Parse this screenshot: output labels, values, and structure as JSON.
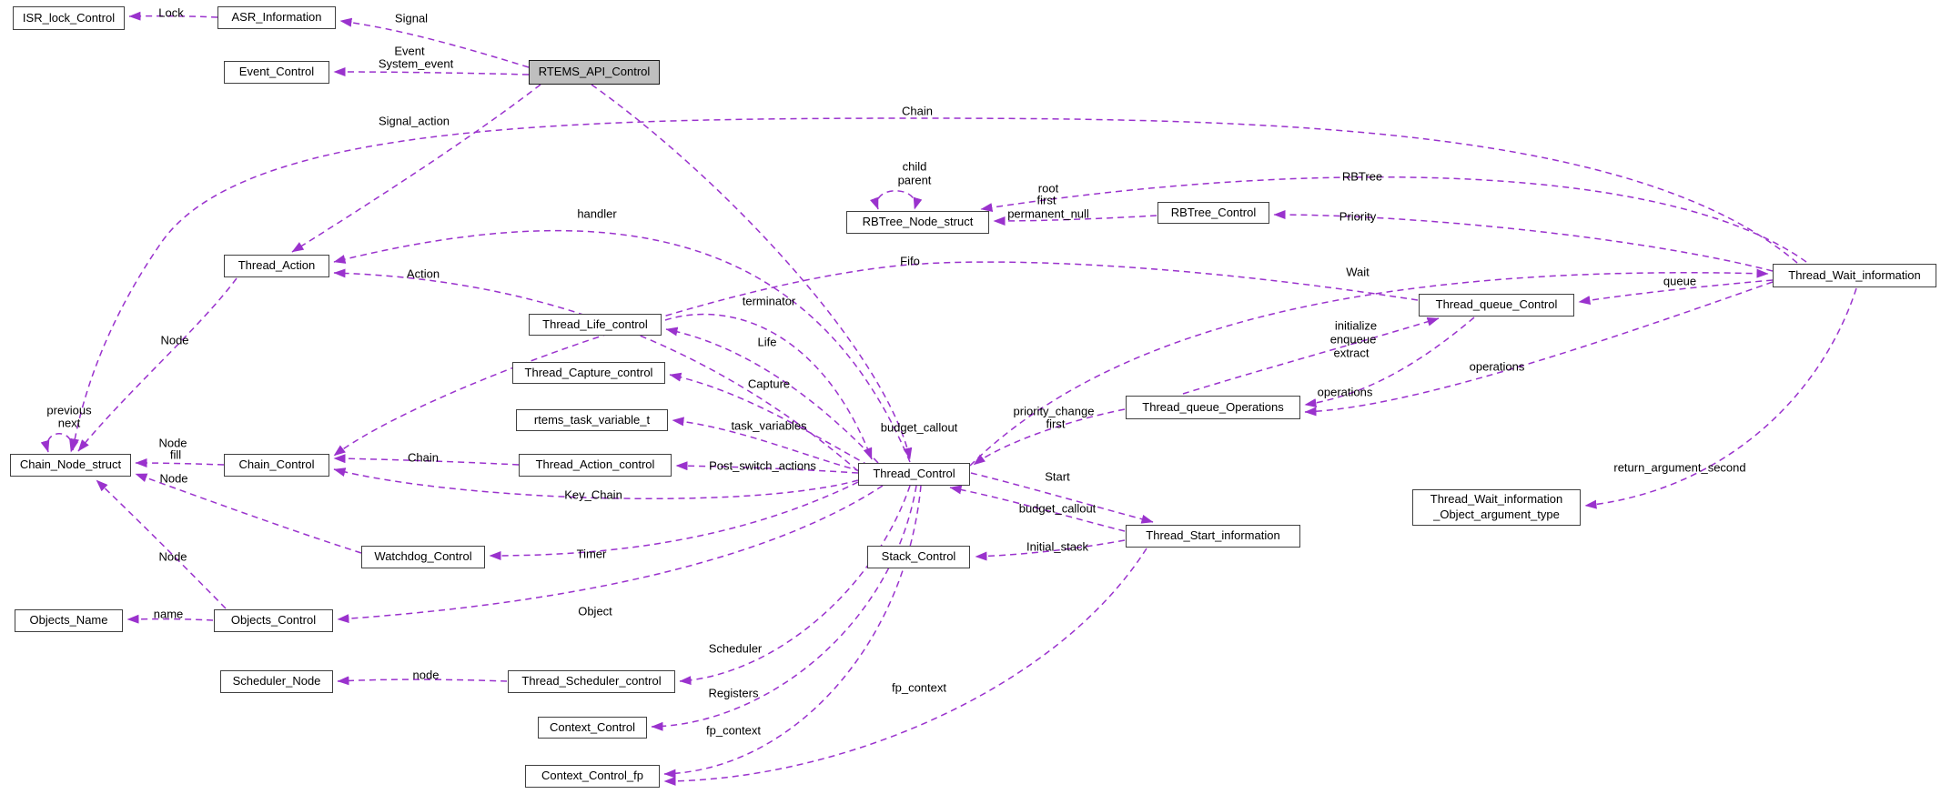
{
  "diagram": {
    "type": "collaboration-graph",
    "background": "#ffffff"
  },
  "colors": {
    "edge": "#9a32cd",
    "node_border": "#404040",
    "node_background": "#ffffff",
    "highlight_background": "#bfbfbf",
    "text": "#000000"
  },
  "nodes": [
    {
      "id": "isr_lock_control",
      "label": "ISR_lock_Control",
      "highlight": false
    },
    {
      "id": "asr_information",
      "label": "ASR_Information",
      "highlight": false
    },
    {
      "id": "event_control",
      "label": "Event_Control",
      "highlight": false
    },
    {
      "id": "rtems_api_control",
      "label": "RTEMS_API_Control",
      "highlight": true
    },
    {
      "id": "thread_action",
      "label": "Thread_Action",
      "highlight": false
    },
    {
      "id": "thread_life_control",
      "label": "Thread_Life_control",
      "highlight": false
    },
    {
      "id": "thread_capture_control",
      "label": "Thread_Capture_control",
      "highlight": false
    },
    {
      "id": "rtems_task_variable_t",
      "label": "rtems_task_variable_t",
      "highlight": false
    },
    {
      "id": "thread_action_control",
      "label": "Thread_Action_control",
      "highlight": false
    },
    {
      "id": "thread_control",
      "label": "Thread_Control",
      "highlight": false
    },
    {
      "id": "stack_control",
      "label": "Stack_Control",
      "highlight": false
    },
    {
      "id": "chain_node_struct",
      "label": "Chain_Node_struct",
      "highlight": false
    },
    {
      "id": "chain_control",
      "label": "Chain_Control",
      "highlight": false
    },
    {
      "id": "watchdog_control",
      "label": "Watchdog_Control",
      "highlight": false
    },
    {
      "id": "objects_name",
      "label": "Objects_Name",
      "highlight": false
    },
    {
      "id": "objects_control",
      "label": "Objects_Control",
      "highlight": false
    },
    {
      "id": "scheduler_node",
      "label": "Scheduler_Node",
      "highlight": false
    },
    {
      "id": "thread_scheduler_control",
      "label": "Thread_Scheduler_control",
      "highlight": false
    },
    {
      "id": "context_control",
      "label": "Context_Control",
      "highlight": false
    },
    {
      "id": "context_control_fp",
      "label": "Context_Control_fp",
      "highlight": false
    },
    {
      "id": "rbtree_node_struct",
      "label": "RBTree_Node_struct",
      "highlight": false
    },
    {
      "id": "rbtree_control",
      "label": "RBTree_Control",
      "highlight": false
    },
    {
      "id": "thread_queue_control",
      "label": "Thread_queue_Control",
      "highlight": false
    },
    {
      "id": "thread_queue_operations",
      "label": "Thread_queue_Operations",
      "highlight": false
    },
    {
      "id": "thread_start_information",
      "label": "Thread_Start_information",
      "highlight": false
    },
    {
      "id": "thread_wait_information",
      "label": "Thread_Wait_information",
      "highlight": false
    },
    {
      "id": "twi_object_argument_type",
      "label": "Thread_Wait_information\n_Object_argument_type",
      "highlight": false
    }
  ],
  "edges": [
    {
      "id": "lock",
      "from": "asr_information",
      "to": "isr_lock_control",
      "labels": [
        "Lock"
      ]
    },
    {
      "id": "signal",
      "from": "rtems_api_control",
      "to": "asr_information",
      "labels": [
        "Signal"
      ]
    },
    {
      "id": "event",
      "from": "rtems_api_control",
      "to": "event_control",
      "labels": [
        "Event",
        "System_event"
      ]
    },
    {
      "id": "signal_action",
      "from": "rtems_api_control",
      "to": "thread_action",
      "labels": [
        "Signal_action"
      ]
    },
    {
      "id": "chain_top",
      "from": "thread_wait_information",
      "to": "chain_node_struct",
      "labels": [
        "Chain"
      ]
    },
    {
      "id": "child_parent",
      "from": "rbtree_node_struct",
      "to": "rbtree_node_struct",
      "labels": [
        "child",
        "parent"
      ]
    },
    {
      "id": "root_first_permanent_null",
      "from": "rbtree_control",
      "to": "rbtree_node_struct",
      "labels": [
        "root",
        "first",
        "permanent_null"
      ]
    },
    {
      "id": "rbtree",
      "from": "thread_wait_information",
      "to": "rbtree_node_struct",
      "labels": [
        "RBTree"
      ]
    },
    {
      "id": "priority",
      "from": "thread_wait_information",
      "to": "rbtree_control",
      "labels": [
        "Priority"
      ]
    },
    {
      "id": "wait",
      "from": "thread_control",
      "to": "thread_wait_information",
      "labels": [
        "Wait"
      ]
    },
    {
      "id": "queue",
      "from": "thread_wait_information",
      "to": "thread_queue_control",
      "labels": [
        "queue"
      ]
    },
    {
      "id": "fifo",
      "from": "thread_queue_control",
      "to": "chain_control",
      "labels": [
        "Fifo"
      ]
    },
    {
      "id": "handler",
      "from": "thread_control",
      "to": "thread_action",
      "labels": [
        "handler"
      ]
    },
    {
      "id": "action",
      "from": "thread_control",
      "to": "thread_action",
      "labels": [
        "Action"
      ]
    },
    {
      "id": "terminator",
      "from": "thread_life_control",
      "to": "thread_control",
      "labels": [
        "terminator"
      ]
    },
    {
      "id": "life",
      "from": "thread_control",
      "to": "thread_life_control",
      "labels": [
        "Life"
      ]
    },
    {
      "id": "capture",
      "from": "thread_control",
      "to": "thread_capture_control",
      "labels": [
        "Capture"
      ]
    },
    {
      "id": "task_variables",
      "from": "thread_control",
      "to": "rtems_task_variable_t",
      "labels": [
        "task_variables"
      ]
    },
    {
      "id": "post_switch_actions",
      "from": "thread_control",
      "to": "thread_action_control",
      "labels": [
        "Post_switch_actions"
      ]
    },
    {
      "id": "chain_mid",
      "from": "thread_action_control",
      "to": "chain_control",
      "labels": [
        "Chain"
      ]
    },
    {
      "id": "key_chain",
      "from": "thread_control",
      "to": "chain_control",
      "labels": [
        "Key_Chain"
      ]
    },
    {
      "id": "node_fill",
      "from": "chain_control",
      "to": "chain_node_struct",
      "labels": [
        "Node",
        "fill"
      ]
    },
    {
      "id": "node_watchdog",
      "from": "watchdog_control",
      "to": "chain_node_struct",
      "labels": [
        "Node"
      ]
    },
    {
      "id": "node_objects",
      "from": "objects_control",
      "to": "chain_node_struct",
      "labels": [
        "Node"
      ]
    },
    {
      "id": "previous_next",
      "from": "chain_node_struct",
      "to": "chain_node_struct",
      "labels": [
        "previous",
        "next"
      ]
    },
    {
      "id": "node_thread_action",
      "from": "thread_action",
      "to": "chain_node_struct",
      "labels": [
        "Node"
      ]
    },
    {
      "id": "timer",
      "from": "thread_control",
      "to": "watchdog_control",
      "labels": [
        "Timer"
      ]
    },
    {
      "id": "object",
      "from": "thread_control",
      "to": "objects_control",
      "labels": [
        "Object"
      ]
    },
    {
      "id": "name",
      "from": "objects_control",
      "to": "objects_name",
      "labels": [
        "name"
      ]
    },
    {
      "id": "scheduler",
      "from": "thread_control",
      "to": "thread_scheduler_control",
      "labels": [
        "Scheduler"
      ]
    },
    {
      "id": "node_sched",
      "from": "thread_scheduler_control",
      "to": "scheduler_node",
      "labels": [
        "node"
      ]
    },
    {
      "id": "registers",
      "from": "thread_control",
      "to": "context_control",
      "labels": [
        "Registers"
      ]
    },
    {
      "id": "fp_context_tc",
      "from": "thread_control",
      "to": "context_control_fp",
      "labels": [
        "fp_context"
      ]
    },
    {
      "id": "fp_context_tsi",
      "from": "thread_start_information",
      "to": "context_control_fp",
      "labels": [
        "fp_context"
      ]
    },
    {
      "id": "start",
      "from": "thread_control",
      "to": "thread_start_information",
      "labels": [
        "Start"
      ]
    },
    {
      "id": "budget_callout_lower",
      "from": "thread_start_information",
      "to": "thread_control",
      "labels": [
        "budget_callout"
      ]
    },
    {
      "id": "initial_stack",
      "from": "thread_start_information",
      "to": "stack_control",
      "labels": [
        "Initial_stack"
      ]
    },
    {
      "id": "priority_change_first",
      "from": "thread_queue_operations",
      "to": "thread_control",
      "labels": [
        "priority_change",
        "first"
      ]
    },
    {
      "id": "initialize_enqueue_extract",
      "from": "thread_queue_operations",
      "to": "thread_queue_control",
      "labels": [
        "initialize",
        "enqueue",
        "extract"
      ]
    },
    {
      "id": "operations_tqc",
      "from": "thread_queue_control",
      "to": "thread_queue_operations",
      "labels": [
        "operations"
      ]
    },
    {
      "id": "operations_twi",
      "from": "thread_wait_information",
      "to": "thread_queue_operations",
      "labels": [
        "operations"
      ]
    },
    {
      "id": "return_argument_second",
      "from": "thread_wait_information",
      "to": "twi_object_argument_type",
      "labels": [
        "return_argument_second"
      ]
    },
    {
      "id": "budget_callout_upper",
      "from": "rtems_api_control",
      "to": "thread_control",
      "labels": [
        "budget_callout"
      ]
    }
  ]
}
